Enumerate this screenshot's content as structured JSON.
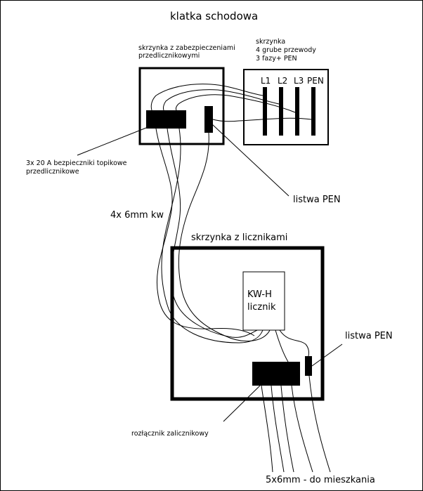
{
  "diagram": {
    "title": "klatka schodowa",
    "fuse_box": {
      "label_line1": "skrzynka z zabezpieczeniami",
      "label_line2": "przedlicznikowymi"
    },
    "supply_box": {
      "label_line1": "skrzynka",
      "label_line2": "4 grube przewody",
      "label_line3": "3 fazy+ PEN",
      "bars": [
        "L1",
        "L2",
        "L3",
        "PEN"
      ]
    },
    "fuses_note": {
      "line1": "3x 20 A bezpieczniki topikowe",
      "line2": "przedlicznikowe"
    },
    "pen_strip_top": "listwa PEN",
    "riser_cable": "4x 6mm kw",
    "meter_box": {
      "label": "skrzynka z licznikami",
      "meter_line1": "KW-H",
      "meter_line2": "licznik"
    },
    "pen_strip_bottom": "listwa PEN",
    "disconnector": "rozłącznik zalicznikowy",
    "outgoing_cable": "5x6mm - do mieszkania"
  }
}
